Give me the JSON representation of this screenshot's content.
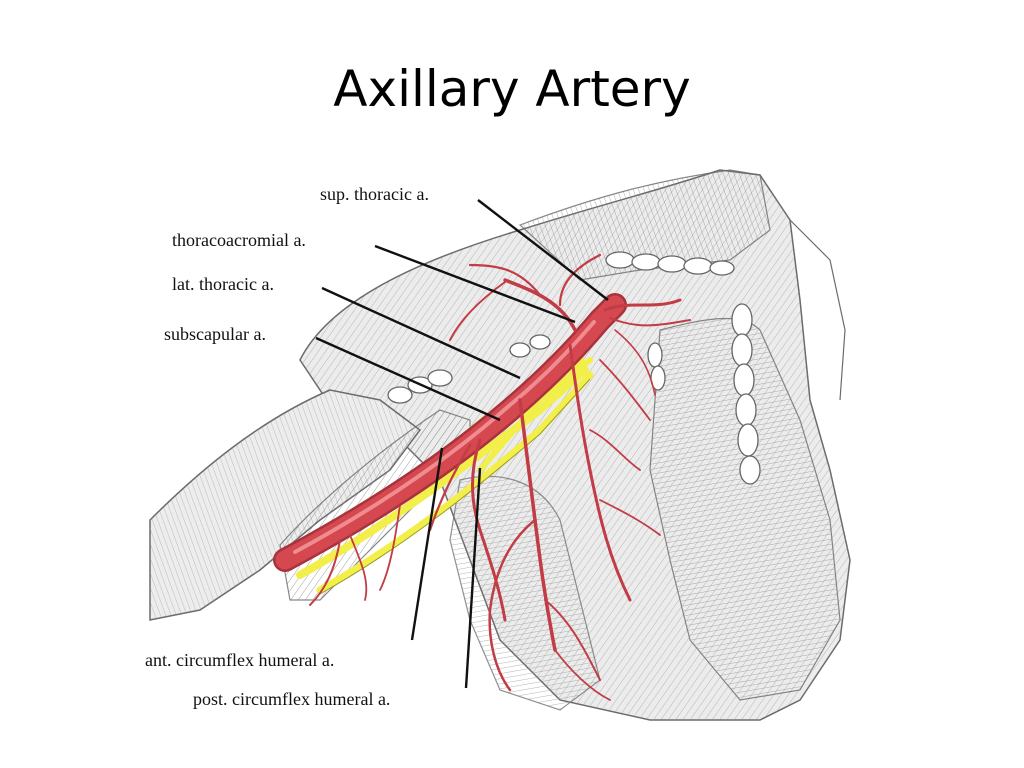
{
  "slide": {
    "title": "Axillary Artery"
  },
  "labels": {
    "sup_thoracic": "sup. thoracic a.",
    "thoracoacromial": "thoracoacromial a.",
    "lat_thoracic": "lat. thoracic a.",
    "subscapular": "subscapular a.",
    "ant_circumflex": "ant. circumflex humeral a.",
    "post_circumflex": "post. circumflex humeral a."
  },
  "colors": {
    "artery": "#d5484f",
    "artery_dark": "#a8333c",
    "nerve": "#f2ee4a",
    "muscle_line": "#6b6b6b",
    "muscle_fill": "#e4e4e4"
  }
}
